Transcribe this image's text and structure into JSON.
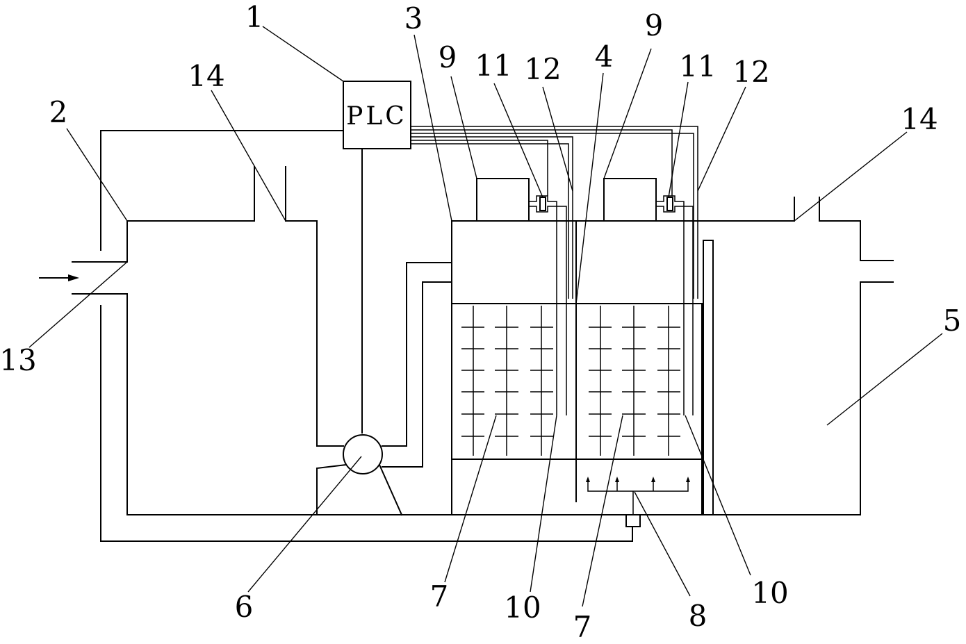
{
  "plc_label": "PLC",
  "callouts": {
    "n1": "1",
    "n2": "2",
    "n3": "3",
    "n4": "4",
    "n5": "5",
    "n6": "6",
    "n7a": "7",
    "n7b": "7",
    "n8": "8",
    "n9a": "9",
    "n9b": "9",
    "n10a": "10",
    "n10b": "10",
    "n11a": "11",
    "n11b": "11",
    "n12a": "12",
    "n12b": "12",
    "n13": "13",
    "n14a": "14",
    "n14b": "14"
  },
  "colors": {
    "line": "#000000",
    "background": "#ffffff"
  }
}
